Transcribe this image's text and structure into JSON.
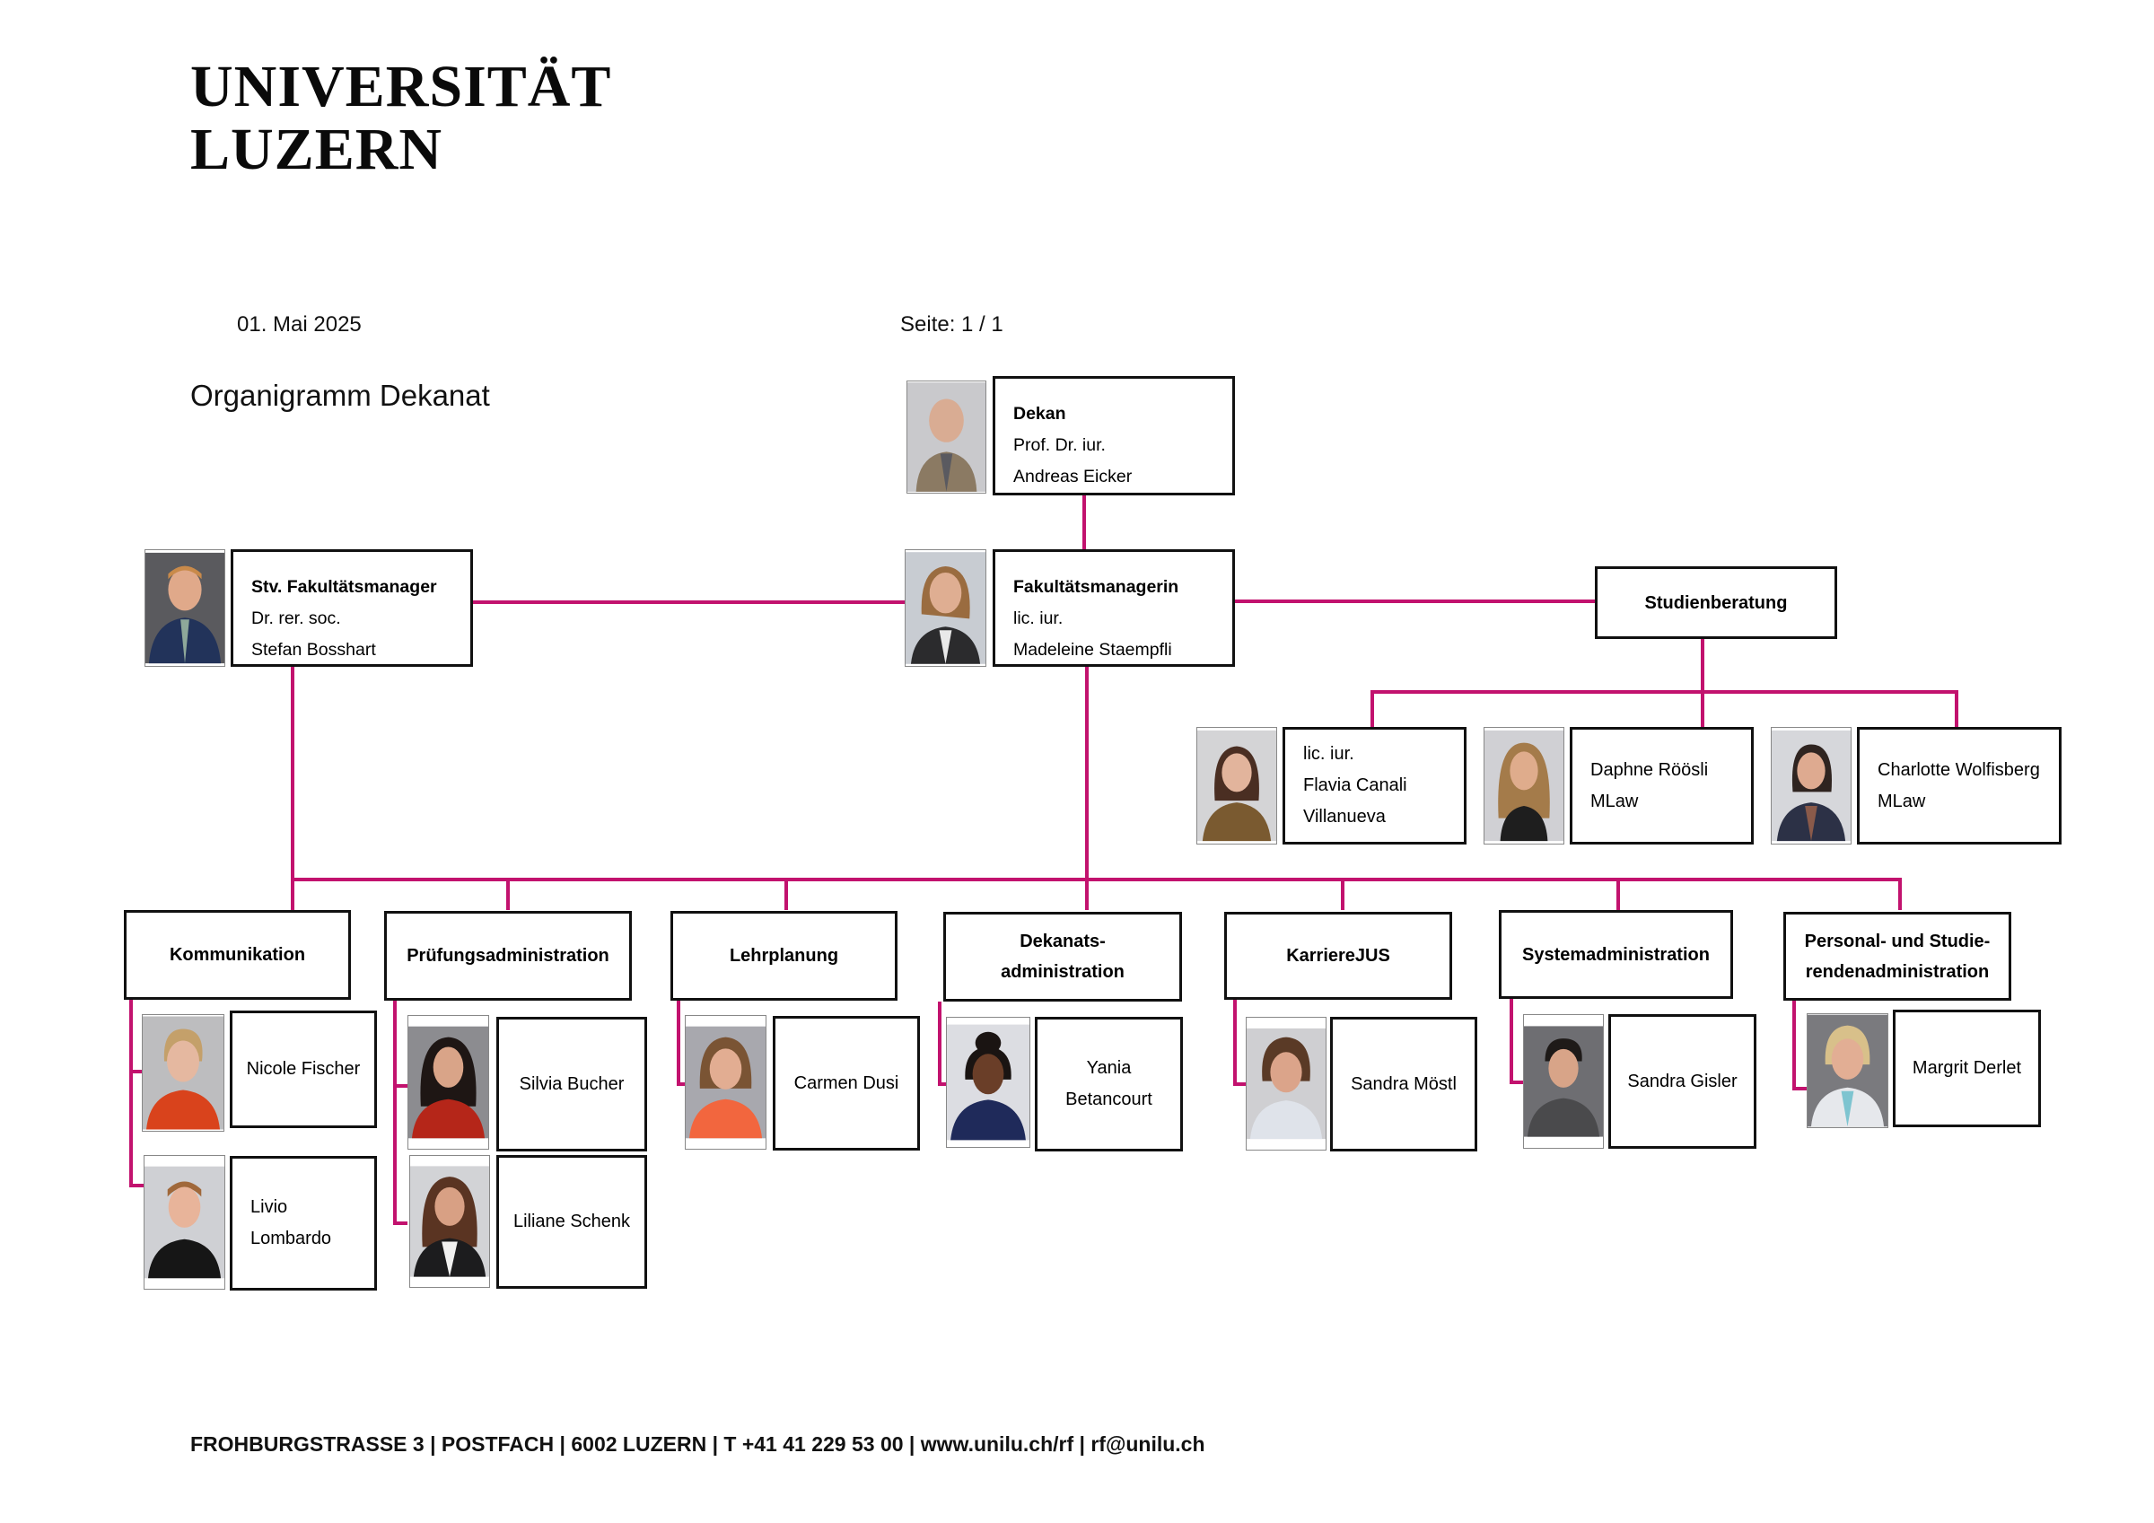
{
  "header": {
    "logo_line1": "UNIVERSITÄT",
    "logo_line2": "LUZERN",
    "date": "01.  Mai 2025",
    "page": "Seite: 1 / 1",
    "title": "Organigramm Dekanat"
  },
  "colors": {
    "connector": "#c2126e",
    "border": "#111111"
  },
  "leadership": {
    "dekan": {
      "role": "Dekan",
      "degree": "Prof. Dr. iur.",
      "name": "Andreas Eicker",
      "photo": "portrait-photo"
    },
    "manager": {
      "role": "Fakultätsmanagerin",
      "degree": "lic. iur.",
      "name": "Madeleine Staempfli",
      "photo": "portrait-photo"
    },
    "deputy": {
      "role": "Stv. Fakultätsmanager",
      "degree": "Dr. rer. soc.",
      "name": "Stefan Bosshart",
      "photo": "portrait-photo"
    }
  },
  "studienberatung": {
    "label": "Studienberatung",
    "members": [
      {
        "lines": [
          "lic. iur.",
          "Flavia Canali",
          "Villanueva"
        ]
      },
      {
        "lines": [
          "Daphne Röösli",
          "MLaw"
        ]
      },
      {
        "lines": [
          "Charlotte Wolfisberg",
          "MLaw"
        ]
      }
    ]
  },
  "departments": [
    {
      "label_lines": [
        "Kommunikation"
      ],
      "members": [
        {
          "lines": [
            "Nicole Fischer"
          ]
        },
        {
          "lines": [
            "Livio",
            "Lombardo"
          ]
        }
      ]
    },
    {
      "label_lines": [
        "Prüfungsadministration"
      ],
      "members": [
        {
          "lines": [
            "Silvia Bucher"
          ]
        },
        {
          "lines": [
            "Liliane Schenk"
          ]
        }
      ]
    },
    {
      "label_lines": [
        "Lehrplanung"
      ],
      "members": [
        {
          "lines": [
            "Carmen Dusi"
          ]
        }
      ]
    },
    {
      "label_lines": [
        "Dekanats-",
        "administration"
      ],
      "members": [
        {
          "lines": [
            "Yania",
            "Betancourt"
          ]
        }
      ]
    },
    {
      "label_lines": [
        "KarriereJUS"
      ],
      "members": [
        {
          "lines": [
            "Sandra Möstl"
          ]
        }
      ]
    },
    {
      "label_lines": [
        "Systemadministration"
      ],
      "members": [
        {
          "lines": [
            "Sandra Gisler"
          ]
        }
      ]
    },
    {
      "label_lines": [
        "Personal- und Studie-",
        "rendenadministration"
      ],
      "members": [
        {
          "lines": [
            "Margrit Derlet"
          ]
        }
      ]
    }
  ],
  "footer": {
    "address": "FROHBURGSTRASSE 3 | POSTFACH | 6002 LUZERN | T  +41 41 229 53 00 | www.unilu.ch/rf | rf@unilu.ch"
  }
}
